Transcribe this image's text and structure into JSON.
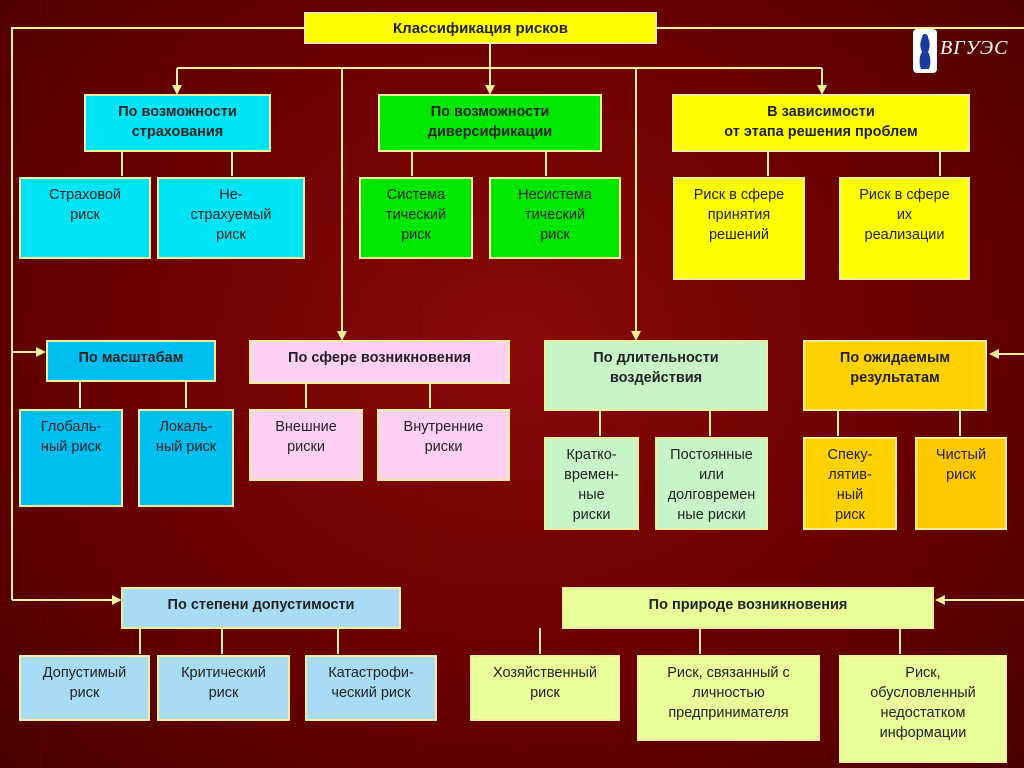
{
  "title": "Классификация рисков",
  "logo_text": "ВГУЭС",
  "colors": {
    "background": "#6a0000",
    "connector": "#f2ef9a"
  },
  "groups": {
    "insurance": {
      "header": "По возможности\nстрахования",
      "items": [
        "Страховой\nриск",
        "Не-\nстрахуемый\nриск"
      ]
    },
    "diversification": {
      "header": "По возможности\nдиверсификации",
      "items": [
        "Система\nтический\nриск",
        "Несистема\nтический\nриск"
      ]
    },
    "stage": {
      "header": "В зависимости\nот этапа решения проблем",
      "items": [
        "Риск в сфере\nпринятия\nрешений",
        "Риск в сфере\nих\nреализации"
      ]
    },
    "scale": {
      "header": "По масштабам",
      "items": [
        "Глобаль-\nный риск",
        "Локаль-\nный риск"
      ]
    },
    "sphere": {
      "header": "По сфере возникновения",
      "items": [
        "Внешние\nриски",
        "Внутренние\nриски"
      ]
    },
    "duration": {
      "header": "По длительности\nвоздействия",
      "items": [
        "Кратко-\nвремен-\nные\nриски",
        "Постоянные\nили\nдолговремен\nные риски"
      ]
    },
    "expected": {
      "header": "По ожидаемым\nрезультатам",
      "items": [
        "Спеку-\nлятив-\nный\nриск",
        "Чистый\nриск"
      ]
    },
    "tolerance": {
      "header": "По степени допустимости",
      "items": [
        "Допустимый\nриск",
        "Критический\nриск",
        "Катастрофи-\nческий риск"
      ]
    },
    "nature": {
      "header": "По природе возникновения",
      "items": [
        "Хозяйственный\nриск",
        "Риск, связанный с\nличностью\nпредпринимателя",
        "Риск,\nобусловленный\nнедостатком\nинформации"
      ]
    }
  }
}
